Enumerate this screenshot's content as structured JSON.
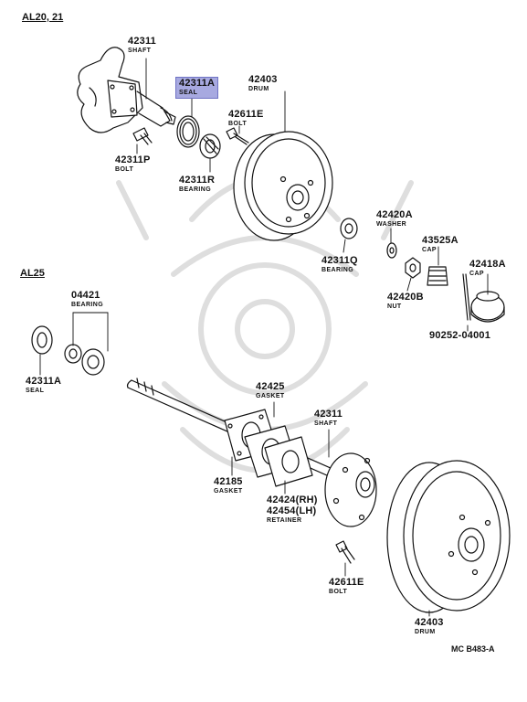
{
  "sections": {
    "al20": "AL20, 21",
    "al25": "AL25"
  },
  "highlight_color": "#a7a9e0",
  "parts_top": {
    "shaft": {
      "num": "42311",
      "desc": "SHAFT"
    },
    "seal": {
      "num": "42311A",
      "desc": "SEAL"
    },
    "drum": {
      "num": "42403",
      "desc": "DRUM"
    },
    "bolt_e": {
      "num": "42611E",
      "desc": "BOLT"
    },
    "bolt_p": {
      "num": "42311P",
      "desc": "BOLT"
    },
    "bearing_r": {
      "num": "42311R",
      "desc": "BEARING"
    },
    "washer": {
      "num": "42420A",
      "desc": "WASHER"
    },
    "cap_a": {
      "num": "43525A",
      "desc": "CAP"
    },
    "cap_b": {
      "num": "42418A",
      "desc": "CAP"
    },
    "bearing_q": {
      "num": "42311Q",
      "desc": "BEARING"
    },
    "nut": {
      "num": "42420B",
      "desc": "NUT"
    },
    "pin": {
      "num": "90252-04001"
    }
  },
  "parts_bottom": {
    "bearing": {
      "num": "04421",
      "desc": "BEARING"
    },
    "seal": {
      "num": "42311A",
      "desc": "SEAL"
    },
    "gasket_425": {
      "num": "42425",
      "desc": "GASKET"
    },
    "shaft": {
      "num": "42311",
      "desc": "SHAFT"
    },
    "gasket_185": {
      "num": "42185",
      "desc": "GASKET"
    },
    "retainer_rh": "42424(RH)",
    "retainer_lh": "42454(LH)",
    "retainer_desc": "RETAINER",
    "bolt": {
      "num": "42611E",
      "desc": "BOLT"
    },
    "drum": {
      "num": "42403",
      "desc": "DRUM"
    }
  },
  "diagram_code": "MC B483-A"
}
